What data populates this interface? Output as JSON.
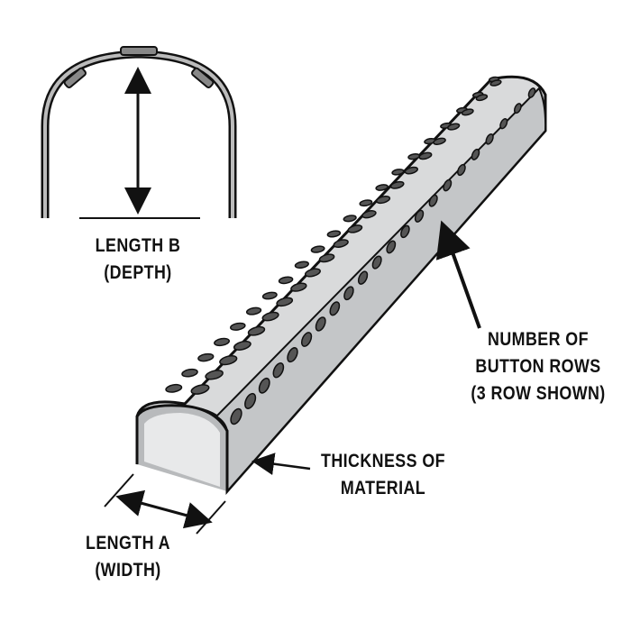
{
  "labels": {
    "length_b": [
      "LENGTH B",
      "(DEPTH)"
    ],
    "button_rows": [
      "NUMBER OF",
      "BUTTON ROWS",
      "(3 ROW SHOWN)"
    ],
    "thickness": [
      "THICKNESS OF",
      "MATERIAL"
    ],
    "length_a": [
      "LENGTH A",
      "(WIDTH)"
    ]
  },
  "colors": {
    "metal": "#d9dadb",
    "metal_dark": "#a9abad",
    "outline": "#111111"
  },
  "button_rows_count": 3
}
